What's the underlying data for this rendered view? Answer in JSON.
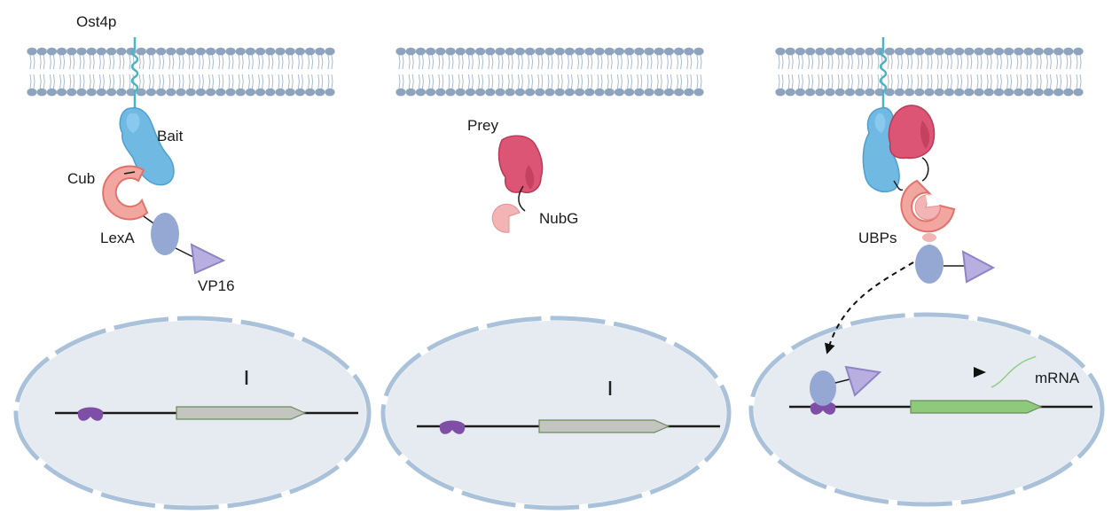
{
  "colors": {
    "membrane_head": "#8ea3be",
    "membrane_tail": "#a9bad0",
    "nucleus_fill": "#e6ebf1",
    "nucleus_border": "#a9c1d9",
    "bait": "#6fb9e3",
    "bait_dark": "#4f9fcf",
    "cub": "#f1a6a0",
    "cub_stroke": "#e1726b",
    "prey": "#dc5574",
    "prey_dark": "#b93a58",
    "nubg": "#f2b4b4",
    "lexa": "#94a8d3",
    "vp16": "#b8aee0",
    "vp16_stroke": "#8f83c6",
    "anchor": "#7f4fa7",
    "gene_inactive": "#c4c4c0",
    "gene_active": "#8ec97c",
    "linker": "#4bb3c1",
    "mrna": "#8ecf86"
  },
  "labels": {
    "ost4p": "Ost4p",
    "bait": "Bait",
    "cub": "Cub",
    "lexa": "LexA",
    "vp16": "VP16",
    "prey": "Prey",
    "nubg": "NubG",
    "ubps": "UBPs",
    "mrna": "mRNA"
  }
}
